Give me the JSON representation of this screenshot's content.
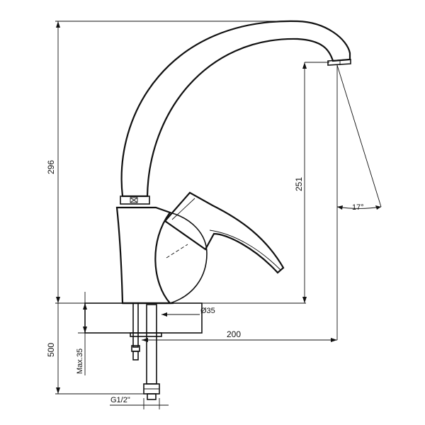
{
  "dimensions": {
    "total_height": "296",
    "spout_height": "251",
    "reach": "200",
    "swivel_angle": "17°",
    "hole_diameter": "Ø35",
    "max_thickness": "Max.35",
    "hose_length": "500",
    "thread": "G1/2\""
  }
}
